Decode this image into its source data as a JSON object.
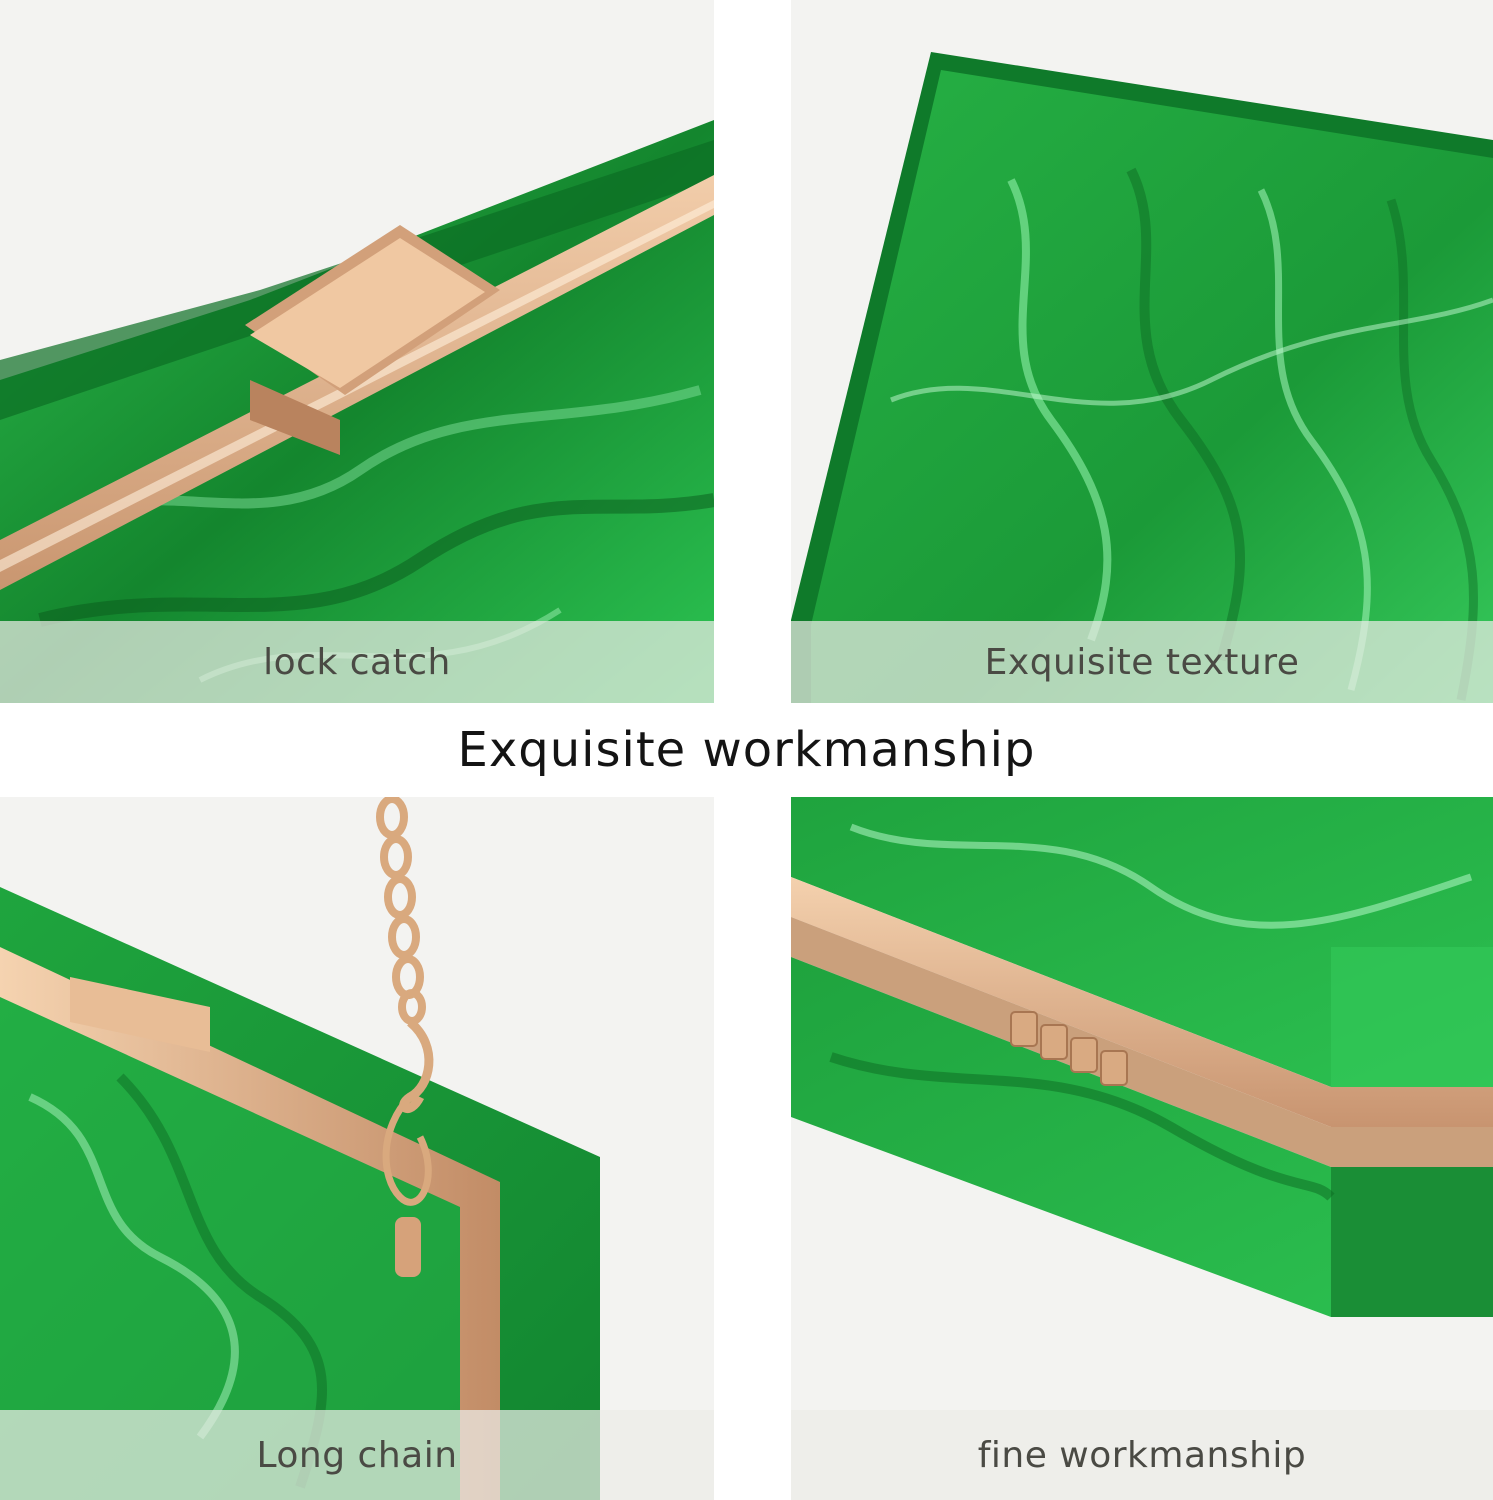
{
  "headline": "Exquisite workmanship",
  "panels": [
    {
      "caption": "lock catch",
      "subject": "green acrylic clutch lock catch close-up"
    },
    {
      "caption": "Exquisite texture",
      "subject": "green acrylic ice-texture corner"
    },
    {
      "caption": "Long chain",
      "subject": "gold chain attached to clutch"
    },
    {
      "caption": "fine workmanship",
      "subject": "gold frame with hinge"
    }
  ],
  "colors": {
    "acrylic_green": "#1f9e3a",
    "acrylic_dark": "#0b6a22",
    "gold_frame": "#e0b48f",
    "background": "#f4f4f2"
  }
}
